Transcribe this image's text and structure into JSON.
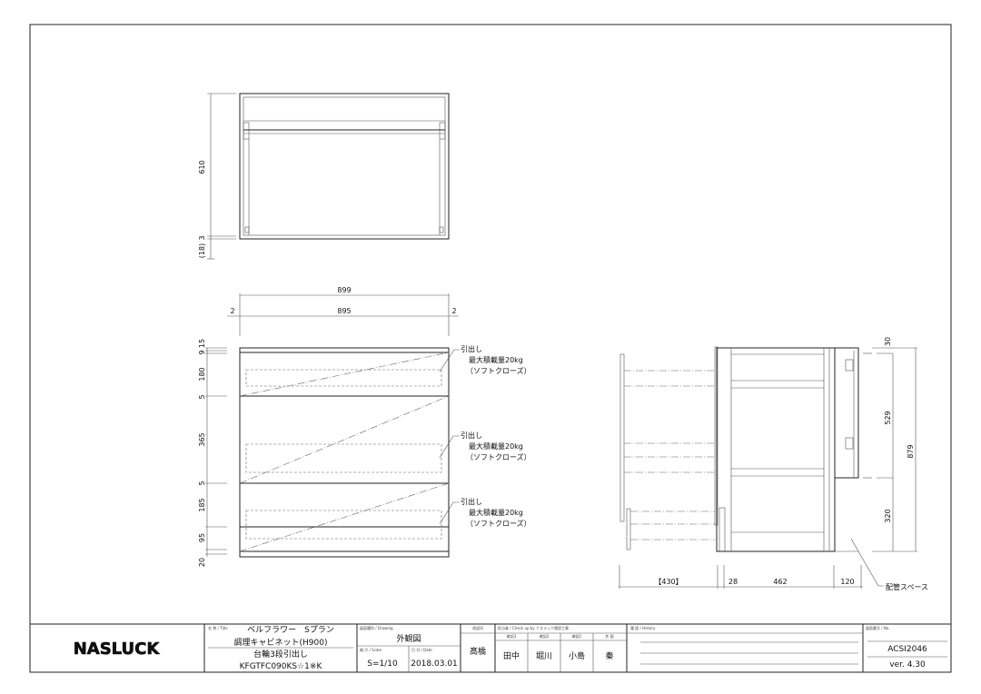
{
  "top_view": {
    "dims": {
      "height": "610",
      "gap": "3",
      "offset": "(18)"
    }
  },
  "front_view": {
    "dims": {
      "overall_width": "899",
      "inner_width": "895",
      "left_gap": "2",
      "right_gap": "2",
      "vertical": [
        "15",
        "9",
        "180",
        "5",
        "365",
        "5",
        "185",
        "95",
        "20"
      ]
    },
    "drawer_notes": [
      {
        "label": "引出し",
        "load": "最大積載量20kg",
        "type": "（ソフトクローズ）"
      },
      {
        "label": "引出し",
        "load": "最大積載量20kg",
        "type": "（ソフトクローズ）"
      },
      {
        "label": "引出し",
        "load": "最大積載量20kg",
        "type": "（ソフトクローズ）"
      }
    ]
  },
  "side_view": {
    "dims": {
      "top": "30",
      "upper": "529",
      "overall": "879",
      "lower": "320",
      "drawer_extension": "【430】",
      "front": "28",
      "body": "462",
      "rear": "120"
    },
    "note": "配管スペース"
  },
  "title_block": {
    "logo": "NASLUCK",
    "title_label": "名 称 / Title",
    "title_line1": "ベルフラワー　Sプラン",
    "title_line2": "調理キャビネット(H900)",
    "title_line3": "台輪3段引出し",
    "title_line4": "KFGTFC090KS☆1※K",
    "drawing_label": "図面種別 / Drawing",
    "drawing_value": "外観図",
    "scale_label": "縮 尺 / Scale",
    "scale_value": "S=1/10",
    "date_label": "日 付 / Date",
    "date_value": "2018.03.01",
    "approval_label": "承認印",
    "approval_value": "髙橋",
    "check_label": "担当者 / Check up by ナスラック建設工事",
    "checkers": [
      {
        "role": "確認3",
        "name": "田中"
      },
      {
        "role": "確認2",
        "name": "堀川"
      },
      {
        "role": "確認1",
        "name": "小島"
      },
      {
        "role": "作 図",
        "name": "秦"
      }
    ],
    "history_label": "履 歴 / History",
    "number_label": "図面番号 / No.",
    "number_value": "ACSI2046",
    "version": "ver. 4.30"
  }
}
